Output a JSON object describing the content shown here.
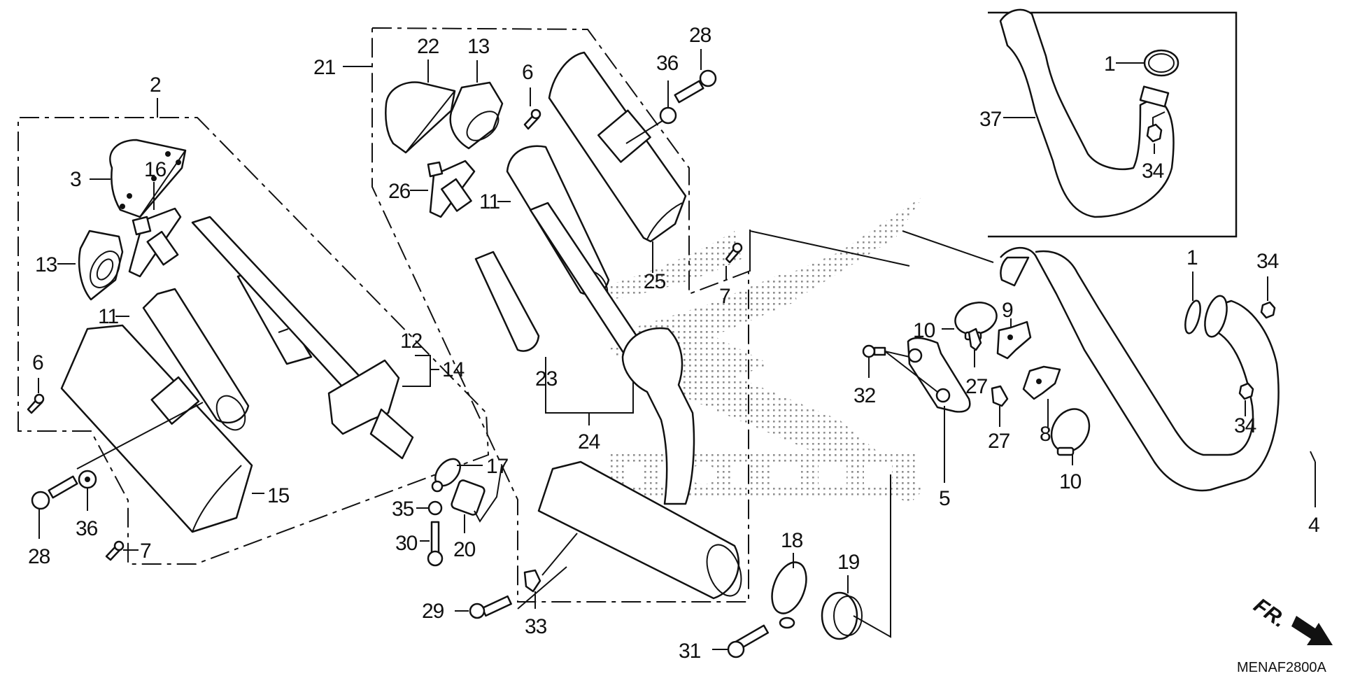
{
  "diagram": {
    "title_code": "MENAF2800A",
    "direction_label": "FR.",
    "watermark_text": "HONDA",
    "callouts": {
      "c2": "2",
      "c3": "3",
      "c16": "16",
      "c13a": "13",
      "c11a": "11",
      "c6a": "6",
      "c12": "12",
      "c14": "14",
      "c15": "15",
      "c36a": "36",
      "c28a": "28",
      "c7a": "7",
      "c21": "21",
      "c22": "22",
      "c13b": "13",
      "c6b": "6",
      "c36b": "36",
      "c28b": "28",
      "c26": "26",
      "c11b": "11",
      "c7b": "7",
      "c25": "25",
      "c23": "23",
      "c24": "24",
      "c17": "17",
      "c35": "35",
      "c20": "20",
      "c30": "30",
      "c29": "29",
      "c33": "33",
      "c18": "18",
      "c19": "19",
      "c31": "31",
      "c1a": "1",
      "c37": "37",
      "c34a": "34",
      "c10a": "10",
      "c9": "9",
      "c32": "32",
      "c27a": "27",
      "c27b": "27",
      "c8": "8",
      "c10b": "10",
      "c5": "5",
      "c1b": "1",
      "c34b": "34",
      "c34c": "34",
      "c4": "4"
    }
  }
}
